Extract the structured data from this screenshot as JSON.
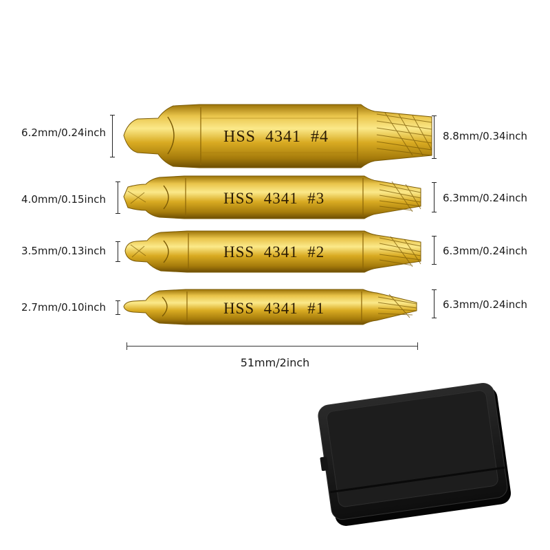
{
  "bits": [
    {
      "engraving": "HSS  4341  #4",
      "left_size": "6.2mm/0.24inch",
      "right_size": "8.8mm/0.34inch"
    },
    {
      "engraving": "HSS  4341  #3",
      "left_size": "4.0mm/0.15inch",
      "right_size": "6.3mm/0.24inch"
    },
    {
      "engraving": "HSS  4341  #2",
      "left_size": "3.5mm/0.13inch",
      "right_size": "6.3mm/0.24inch"
    },
    {
      "engraving": "HSS  4341  #1",
      "left_size": "2.7mm/0.10inch",
      "right_size": "6.3mm/0.24inch"
    }
  ],
  "length_label": "51mm/2inch",
  "colors": {
    "gold_light": "#f3d45a",
    "gold_mid": "#d6a820",
    "gold_dark": "#8a6406",
    "case_black": "#1c1c1c"
  }
}
